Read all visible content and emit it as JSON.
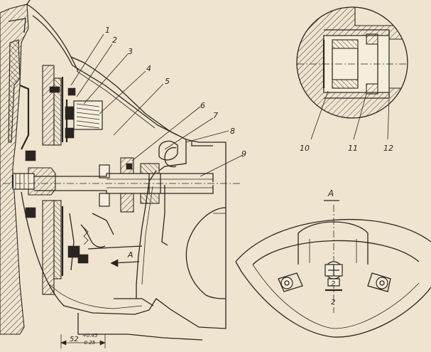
{
  "callouts": [
    "1",
    "2",
    "3",
    "4",
    "5",
    "6",
    "7",
    "8",
    "9",
    "10",
    "11",
    "12"
  ],
  "view_label": "A",
  "arrow_label": "A",
  "section_labels": [
    "2",
    "2"
  ],
  "dimension": {
    "main": "52",
    "upper": "+0.45",
    "lower": "-0.25"
  }
}
